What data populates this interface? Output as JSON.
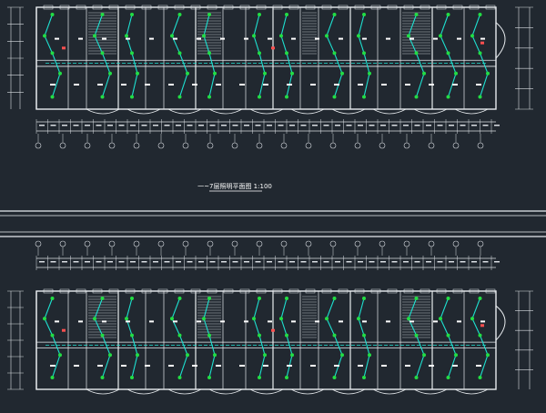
{
  "drawing": {
    "background": "#212830",
    "colors": {
      "wall": "#e8ecef",
      "circuit": "#1ee0d0",
      "fixture": "#22dd44",
      "dimension": "#d9dde2",
      "accent": "#ff4f4f",
      "label": "#ffffff"
    },
    "captions": {
      "upper_plan_title": "一~7层照明平面图 1:100"
    },
    "sheets": [
      {
        "id": "upper-plan"
      },
      {
        "id": "lower-plan"
      }
    ]
  }
}
